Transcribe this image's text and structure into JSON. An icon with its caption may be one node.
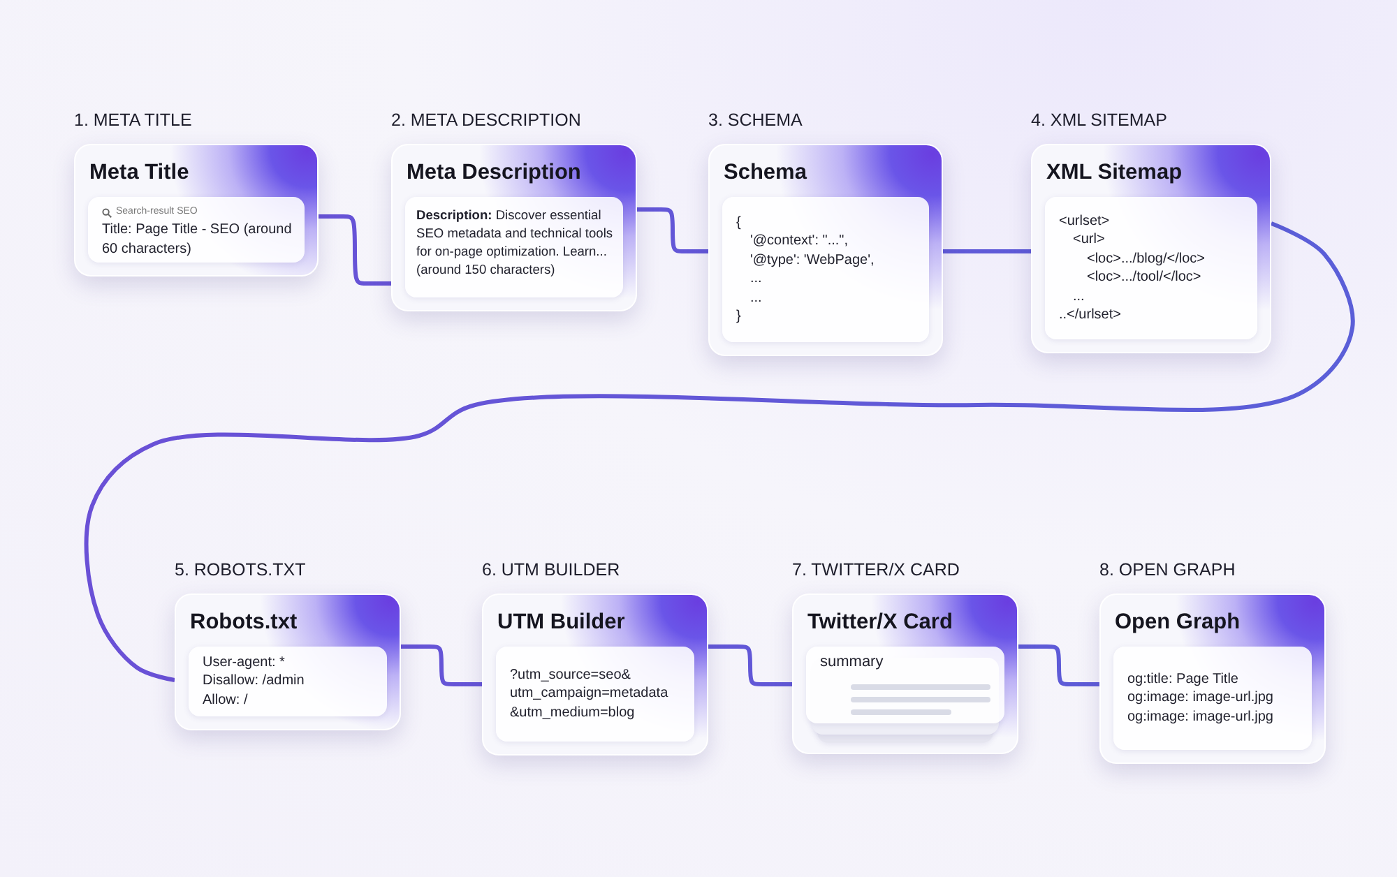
{
  "diagram": {
    "nodes": [
      {
        "text": [
          "1. META TITLE",
          "Meta Title",
          "Search-result SEO",
          "Title: Page Title - SEO (around 60 characters)"
        ]
      },
      {
        "text": [
          "2. META DESCRIPTION",
          "Meta Description",
          "**Description:** Discover essential SEO metadata and technical tools for on-page optimization. Learn... (around 150 characters)"
        ]
      },
      {
        "text": [
          "3. SCHEMA",
          "Schema",
          "{",
          "'@context': \"...\",",
          "'@type': 'WebPage',",
          "...",
          "...",
          "}"
        ]
      },
      {
        "text": [
          "4. XML SITEMAP",
          "XML Sitemap",
          "<urlset>",
          "<url>",
          "<loc>.../blog/</loc>",
          "<loc>.../tool/</loc>",
          "...",
          "..</urlset>"
        ]
      },
      {
        "text": [
          "5. ROBOTS.TXT",
          "Robots.txt",
          "User-agent: *",
          "Disallow: /admin",
          "Allow: /"
        ]
      },
      {
        "text": [
          "6. UTM BUILDER",
          "UTM Builder",
          "?utm_source=seo&",
          "utm_campaign=metadata",
          "&utm_medium=blog"
        ]
      },
      {
        "text": [
          "7. TWITTER/X CARD",
          "Twitter/X Card",
          "summary"
        ]
      },
      {
        "text": [
          "8. OPEN GRAPH",
          "Open Graph",
          "og:title: Page Title",
          "og:image: image-url.jpg",
          "og:image: image-url.jpg"
        ]
      }
    ],
    "edges": [
      {
        "from": 0,
        "to": 1,
        "arrow": "none"
      },
      {
        "from": 1,
        "to": 2,
        "arrow": "none"
      },
      {
        "from": 2,
        "to": 3,
        "arrow": "none"
      },
      {
        "from": 3,
        "to": 4,
        "arrow": "none"
      },
      {
        "from": 4,
        "to": 5,
        "arrow": "none"
      },
      {
        "from": 5,
        "to": 6,
        "arrow": "none"
      },
      {
        "from": 6,
        "to": 7,
        "arrow": "none"
      }
    ]
  }
}
